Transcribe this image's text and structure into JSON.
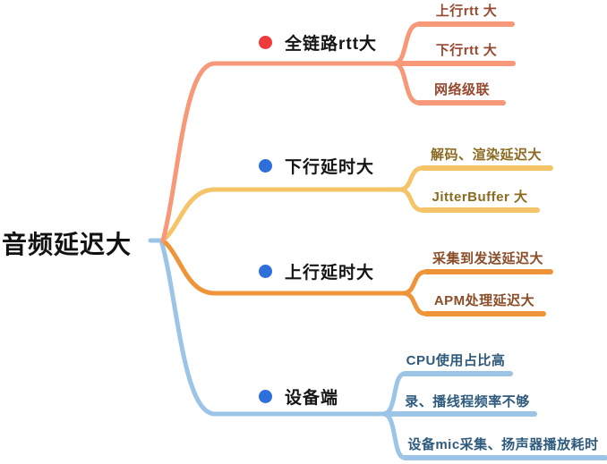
{
  "root": {
    "label": "音频延迟大"
  },
  "branches": [
    {
      "label": "全链路rtt大",
      "dot_color": "#ee3b3b",
      "line_color": "#f79878",
      "leaf_color": "#96492f",
      "leaves": [
        "上行rtt 大",
        "下行rtt 大",
        "网络级联"
      ]
    },
    {
      "label": "下行延时大",
      "dot_color": "#2d70db",
      "line_color": "#f6c468",
      "leaf_color": "#8a6a20",
      "leaves": [
        "解码、渲染延迟大",
        "JitterBuffer 大"
      ]
    },
    {
      "label": "上行延时大",
      "dot_color": "#2d70db",
      "line_color": "#ef9439",
      "leaf_color": "#8a4d28",
      "leaves": [
        "采集到发送延迟大",
        "APM处理延迟大"
      ]
    },
    {
      "label": "设备端",
      "dot_color": "#2d70db",
      "line_color": "#9cc4e6",
      "leaf_color": "#2e5a7d",
      "leaves": [
        "CPU使用占比高",
        "录、播线程频率不够",
        "设备mic采集、扬声器播放耗时"
      ]
    }
  ]
}
